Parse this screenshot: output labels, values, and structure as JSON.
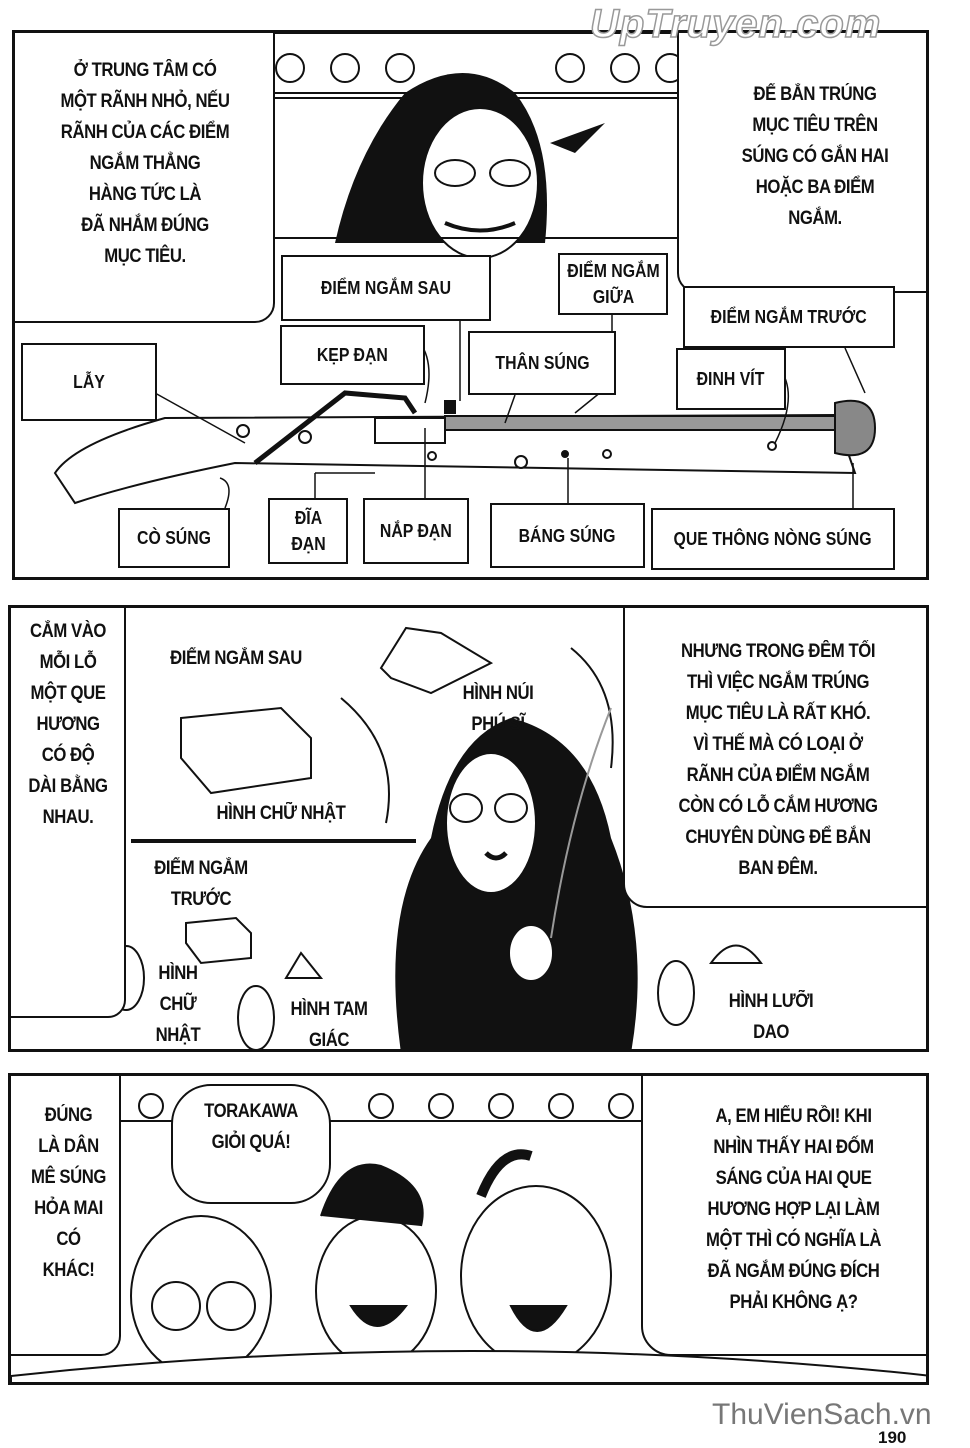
{
  "watermarks": {
    "top": "UpTruyen.com",
    "bottom": "ThuVienSach.vn"
  },
  "page_number": "190",
  "panel1": {
    "bubble_left": "Ở TRUNG TÂM CÓ\nMỘT RÃNH NHỎ, NẾU\nRÃNH CỦA CÁC ĐIỂM\nNGẮM THẲNG\nHÀNG TỨC LÀ\nĐÃ NHẮM ĐÚNG\nMỤC TIÊU.",
    "bubble_right": "ĐỂ BẮN TRÚNG\nMỤC TIÊU TRÊN\nSÚNG CÓ GẮN HAI\nHOẶC BA ĐIỂM\nNGẮM.",
    "labels": {
      "rear_sight": "ĐIỂM NGẮM SAU",
      "middle_sight": "ĐIỂM NGẮM\nGIỮA",
      "front_sight": "ĐIỂM NGẮM TRƯỚC",
      "clamp": "KẸP ĐẠN",
      "barrel": "THÂN SÚNG",
      "screw": "ĐINH VÍT",
      "hammer": "LẪY",
      "trigger": "CÒ SÚNG",
      "pan": "ĐĨA\nĐẠN",
      "pan_cover": "NẮP ĐẠN",
      "stock": "BÁNG SÚNG",
      "ramrod": "QUE THÔNG NÒNG SÚNG"
    }
  },
  "panel2": {
    "bubble_left": "CẮM VÀO\nMỖI LỖ\nMỘT QUE\nHƯƠNG\nCÓ ĐỘ\nDÀI BẰNG\nNHAU.",
    "bubble_right": "NHƯNG TRONG ĐÊM TỐI\nTHÌ VIỆC NGẮM TRÚNG\nMỤC TIÊU LÀ RẤT KHÓ.\nVÌ THẾ MÀ CÓ LOẠI Ở\nRÃNH CỦA ĐIỂM NGẮM\nCÒN CÓ LỖ CẮM HƯƠNG\nCHUYÊN DÙNG ĐỂ BẮN\nBAN ĐÊM.",
    "labels": {
      "rear_sight": "ĐIỂM NGẮM SAU",
      "mount_fuji": "HÌNH NÚI\nPHÚ SĨ",
      "rectangle": "HÌNH CHỮ NHẬT",
      "front_sight": "ĐIỂM NGẮM\nTRƯỚC",
      "rectangle_front": "HÌNH\nCHỮ\nNHẬT",
      "triangle": "HÌNH TAM\nGIÁC",
      "blade": "HÌNH LƯỠI\nDAO"
    }
  },
  "panel3": {
    "bubble_left": "ĐÚNG\nLÀ DÂN\nMÊ SÚNG\nHỎA MAI\nCÓ\nKHÁC!",
    "bubble_middle": "TORAKAWA\nGIỎI QUÁ!",
    "bubble_right": "A, EM HIỂU RỒI! KHI\nNHÌN THẤY HAI ĐỐM\nSÁNG CỦA HAI QUE\nHƯƠNG HỢP LẠI LÀM\nMỘT THÌ CÓ NGHĨA LÀ\nĐÃ NGẮM ĐÚNG ĐÍCH\nPHẢI KHÔNG Ạ?"
  }
}
